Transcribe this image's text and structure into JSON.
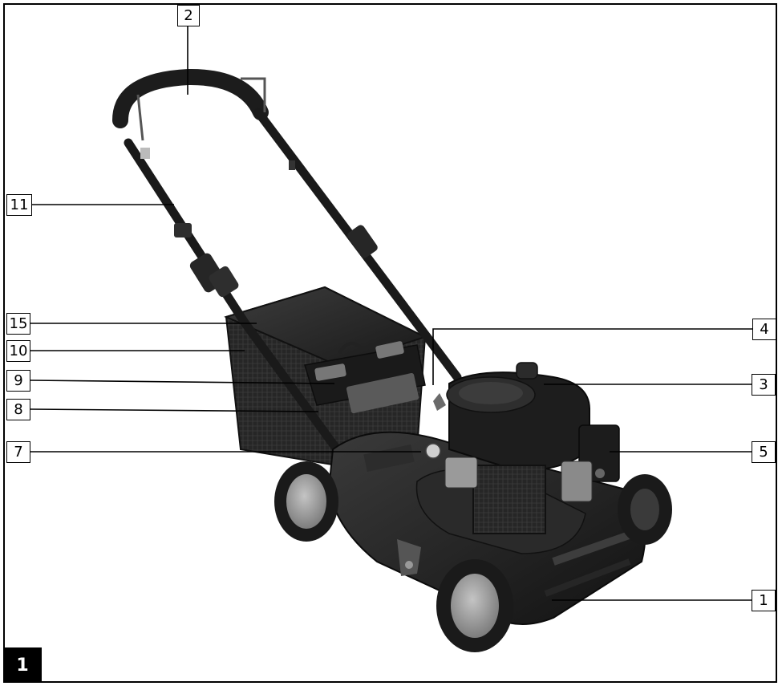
{
  "figure_number": "1",
  "callouts": [
    "2",
    "11",
    "15",
    "10",
    "9",
    "8",
    "7",
    "4",
    "3",
    "5",
    "1"
  ],
  "colors": {
    "frame": "#000000",
    "mower_body": "#1f1f1f",
    "mower_highlight": "#4a4a4a",
    "wheel_hub": "#9a9a9a"
  }
}
